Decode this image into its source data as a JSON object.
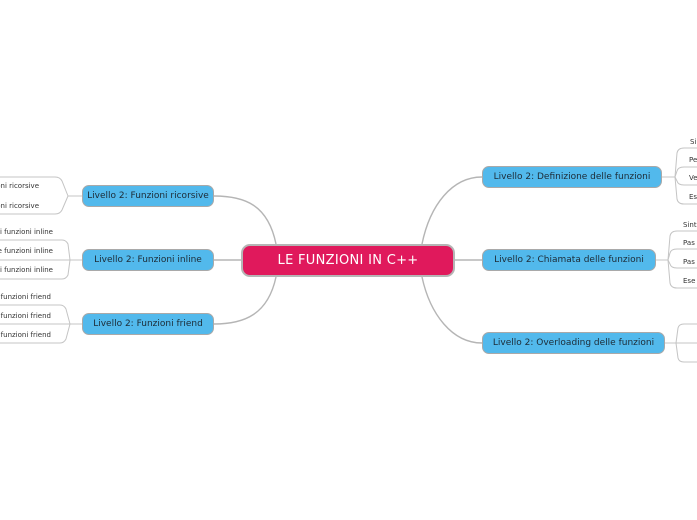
{
  "central": {
    "label": "LE FUNZIONI IN C++"
  },
  "left_branches": [
    {
      "label": "Livello 2: Funzioni ricorsive",
      "leaves": [
        "oni ricorsive",
        "oni ricorsive"
      ]
    },
    {
      "label": "Livello 2: Funzioni inline",
      "leaves": [
        "li funzioni inline",
        "le funzioni inline",
        "li funzioni inline"
      ]
    },
    {
      "label": "Livello 2: Funzioni friend",
      "leaves": [
        "funzioni friend",
        "funzioni friend",
        "funzioni friend"
      ]
    }
  ],
  "right_branches": [
    {
      "label": "Livello 2: Definizione delle funzioni",
      "leaves": [
        "Si",
        "Pe",
        "Ve",
        "Es"
      ]
    },
    {
      "label": "Livello 2: Chiamata delle funzioni",
      "leaves": [
        "Sint",
        "Pas",
        "Pas",
        "Ese"
      ]
    },
    {
      "label": "Livello 2: Overloading delle funzioni",
      "leaves": [
        "",
        "",
        ""
      ]
    }
  ],
  "colors": {
    "central": "#e0195c",
    "main": "#52b9ec",
    "connector": "#b5b5b5"
  }
}
